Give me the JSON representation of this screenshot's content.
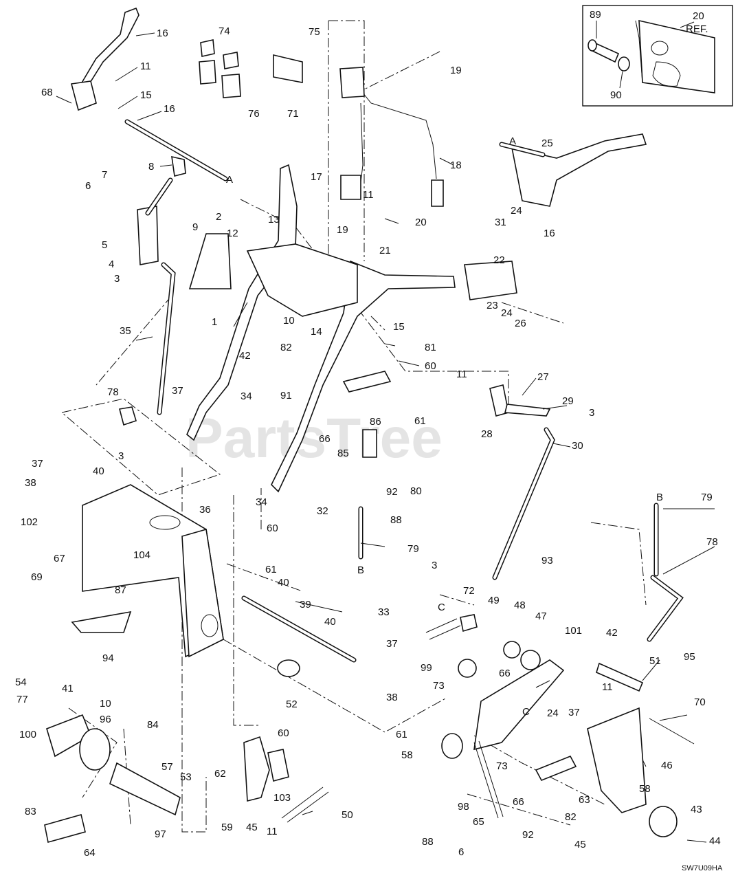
{
  "diagram": {
    "drawing_code": "SW7U09HA",
    "watermark": "PartsTree",
    "inset": {
      "ref_number": "20",
      "ref_text": "REF.",
      "labels": [
        "89",
        "90"
      ]
    },
    "callouts": [
      {
        "id": "c16a",
        "label": "16"
      },
      {
        "id": "c11a",
        "label": "11"
      },
      {
        "id": "c68",
        "label": "68"
      },
      {
        "id": "c15a",
        "label": "15"
      },
      {
        "id": "c16b",
        "label": "16"
      },
      {
        "id": "c74",
        "label": "74"
      },
      {
        "id": "c75",
        "label": "75"
      },
      {
        "id": "c76",
        "label": "76"
      },
      {
        "id": "c71",
        "label": "71"
      },
      {
        "id": "c19a",
        "label": "19"
      },
      {
        "id": "c18",
        "label": "18"
      },
      {
        "id": "cA1",
        "label": "A"
      },
      {
        "id": "c8",
        "label": "8"
      },
      {
        "id": "cA2",
        "label": "A"
      },
      {
        "id": "c25",
        "label": "25"
      },
      {
        "id": "c7",
        "label": "7"
      },
      {
        "id": "c6a",
        "label": "6"
      },
      {
        "id": "c17",
        "label": "17"
      },
      {
        "id": "c11b",
        "label": "11"
      },
      {
        "id": "c20",
        "label": "20"
      },
      {
        "id": "c24a",
        "label": "24"
      },
      {
        "id": "c31",
        "label": "31"
      },
      {
        "id": "c16c",
        "label": "16"
      },
      {
        "id": "c2",
        "label": "2"
      },
      {
        "id": "c9",
        "label": "9"
      },
      {
        "id": "c13",
        "label": "13"
      },
      {
        "id": "c12",
        "label": "12"
      },
      {
        "id": "c5",
        "label": "5"
      },
      {
        "id": "c19b",
        "label": "19"
      },
      {
        "id": "c21",
        "label": "21"
      },
      {
        "id": "c4",
        "label": "4"
      },
      {
        "id": "c22",
        "label": "22"
      },
      {
        "id": "c3a",
        "label": "3"
      },
      {
        "id": "c23",
        "label": "23"
      },
      {
        "id": "c24b",
        "label": "24"
      },
      {
        "id": "c26",
        "label": "26"
      },
      {
        "id": "c10a",
        "label": "10"
      },
      {
        "id": "c15b",
        "label": "15"
      },
      {
        "id": "c1",
        "label": "1"
      },
      {
        "id": "c35",
        "label": "35"
      },
      {
        "id": "c14",
        "label": "14"
      },
      {
        "id": "c42a",
        "label": "42"
      },
      {
        "id": "c82a",
        "label": "82"
      },
      {
        "id": "c81",
        "label": "81"
      },
      {
        "id": "c60a",
        "label": "60"
      },
      {
        "id": "c11c",
        "label": "11"
      },
      {
        "id": "c27",
        "label": "27"
      },
      {
        "id": "c37a",
        "label": "37"
      },
      {
        "id": "c91",
        "label": "91"
      },
      {
        "id": "c34a",
        "label": "34"
      },
      {
        "id": "c78a",
        "label": "78"
      },
      {
        "id": "c29",
        "label": "29"
      },
      {
        "id": "c3b",
        "label": "3"
      },
      {
        "id": "c61a",
        "label": "61"
      },
      {
        "id": "c86",
        "label": "86"
      },
      {
        "id": "c28",
        "label": "28"
      },
      {
        "id": "c66a",
        "label": "66"
      },
      {
        "id": "c30",
        "label": "30"
      },
      {
        "id": "c85",
        "label": "85"
      },
      {
        "id": "c80",
        "label": "80"
      },
      {
        "id": "c92a",
        "label": "92"
      },
      {
        "id": "c37b",
        "label": "37"
      },
      {
        "id": "c3c",
        "label": "3"
      },
      {
        "id": "c40a",
        "label": "40"
      },
      {
        "id": "c38a",
        "label": "38"
      },
      {
        "id": "c34b",
        "label": "34"
      },
      {
        "id": "c32",
        "label": "32"
      },
      {
        "id": "c36",
        "label": "36"
      },
      {
        "id": "c88a",
        "label": "88"
      },
      {
        "id": "cB1",
        "label": "B"
      },
      {
        "id": "c79a",
        "label": "79"
      },
      {
        "id": "c102",
        "label": "102"
      },
      {
        "id": "c60b",
        "label": "60"
      },
      {
        "id": "c78b",
        "label": "78"
      },
      {
        "id": "c93",
        "label": "93"
      },
      {
        "id": "c67",
        "label": "67"
      },
      {
        "id": "c104",
        "label": "104"
      },
      {
        "id": "c61b",
        "label": "61"
      },
      {
        "id": "c40b",
        "label": "40"
      },
      {
        "id": "c79b",
        "label": "79"
      },
      {
        "id": "cB2",
        "label": "B"
      },
      {
        "id": "c87",
        "label": "87"
      },
      {
        "id": "c3d",
        "label": "3"
      },
      {
        "id": "c69",
        "label": "69"
      },
      {
        "id": "c72",
        "label": "72"
      },
      {
        "id": "c49",
        "label": "49"
      },
      {
        "id": "c48",
        "label": "48"
      },
      {
        "id": "c47",
        "label": "47"
      },
      {
        "id": "cC1",
        "label": "C"
      },
      {
        "id": "c39",
        "label": "39"
      },
      {
        "id": "c33",
        "label": "33"
      },
      {
        "id": "c40c",
        "label": "40"
      },
      {
        "id": "c101",
        "label": "101"
      },
      {
        "id": "c42b",
        "label": "42"
      },
      {
        "id": "c95",
        "label": "95"
      },
      {
        "id": "c37c",
        "label": "37"
      },
      {
        "id": "c94",
        "label": "94"
      },
      {
        "id": "c99",
        "label": "99"
      },
      {
        "id": "c51",
        "label": "51"
      },
      {
        "id": "c66b",
        "label": "66"
      },
      {
        "id": "c54",
        "label": "54"
      },
      {
        "id": "c52",
        "label": "52"
      },
      {
        "id": "c38b",
        "label": "38"
      },
      {
        "id": "c11d",
        "label": "11"
      },
      {
        "id": "c41",
        "label": "41"
      },
      {
        "id": "c73a",
        "label": "73"
      },
      {
        "id": "c24c",
        "label": "24"
      },
      {
        "id": "c70",
        "label": "70"
      },
      {
        "id": "c77",
        "label": "77"
      },
      {
        "id": "c10b",
        "label": "10"
      },
      {
        "id": "c96",
        "label": "96"
      },
      {
        "id": "c84",
        "label": "84"
      },
      {
        "id": "cC2",
        "label": "C"
      },
      {
        "id": "c100",
        "label": "100"
      },
      {
        "id": "c61c",
        "label": "61"
      },
      {
        "id": "c60c",
        "label": "60"
      },
      {
        "id": "c57",
        "label": "57"
      },
      {
        "id": "c37d",
        "label": "37"
      },
      {
        "id": "c58a",
        "label": "58"
      },
      {
        "id": "c46",
        "label": "46"
      },
      {
        "id": "c62",
        "label": "62"
      },
      {
        "id": "c53",
        "label": "53"
      },
      {
        "id": "c103",
        "label": "103"
      },
      {
        "id": "c73b",
        "label": "73"
      },
      {
        "id": "c66c",
        "label": "66"
      },
      {
        "id": "c63",
        "label": "63"
      },
      {
        "id": "c98",
        "label": "98"
      },
      {
        "id": "c82b",
        "label": "82"
      },
      {
        "id": "c58b",
        "label": "58"
      },
      {
        "id": "c43",
        "label": "43"
      },
      {
        "id": "c83",
        "label": "83"
      },
      {
        "id": "c50",
        "label": "50"
      },
      {
        "id": "c65",
        "label": "65"
      },
      {
        "id": "c59",
        "label": "59"
      },
      {
        "id": "c45a",
        "label": "45"
      },
      {
        "id": "c11e",
        "label": "11"
      },
      {
        "id": "c97",
        "label": "97"
      },
      {
        "id": "c45b",
        "label": "45"
      },
      {
        "id": "c88b",
        "label": "88"
      },
      {
        "id": "c92b",
        "label": "92"
      },
      {
        "id": "c64",
        "label": "64"
      },
      {
        "id": "c6b",
        "label": "6"
      },
      {
        "id": "c44",
        "label": "44"
      }
    ]
  }
}
